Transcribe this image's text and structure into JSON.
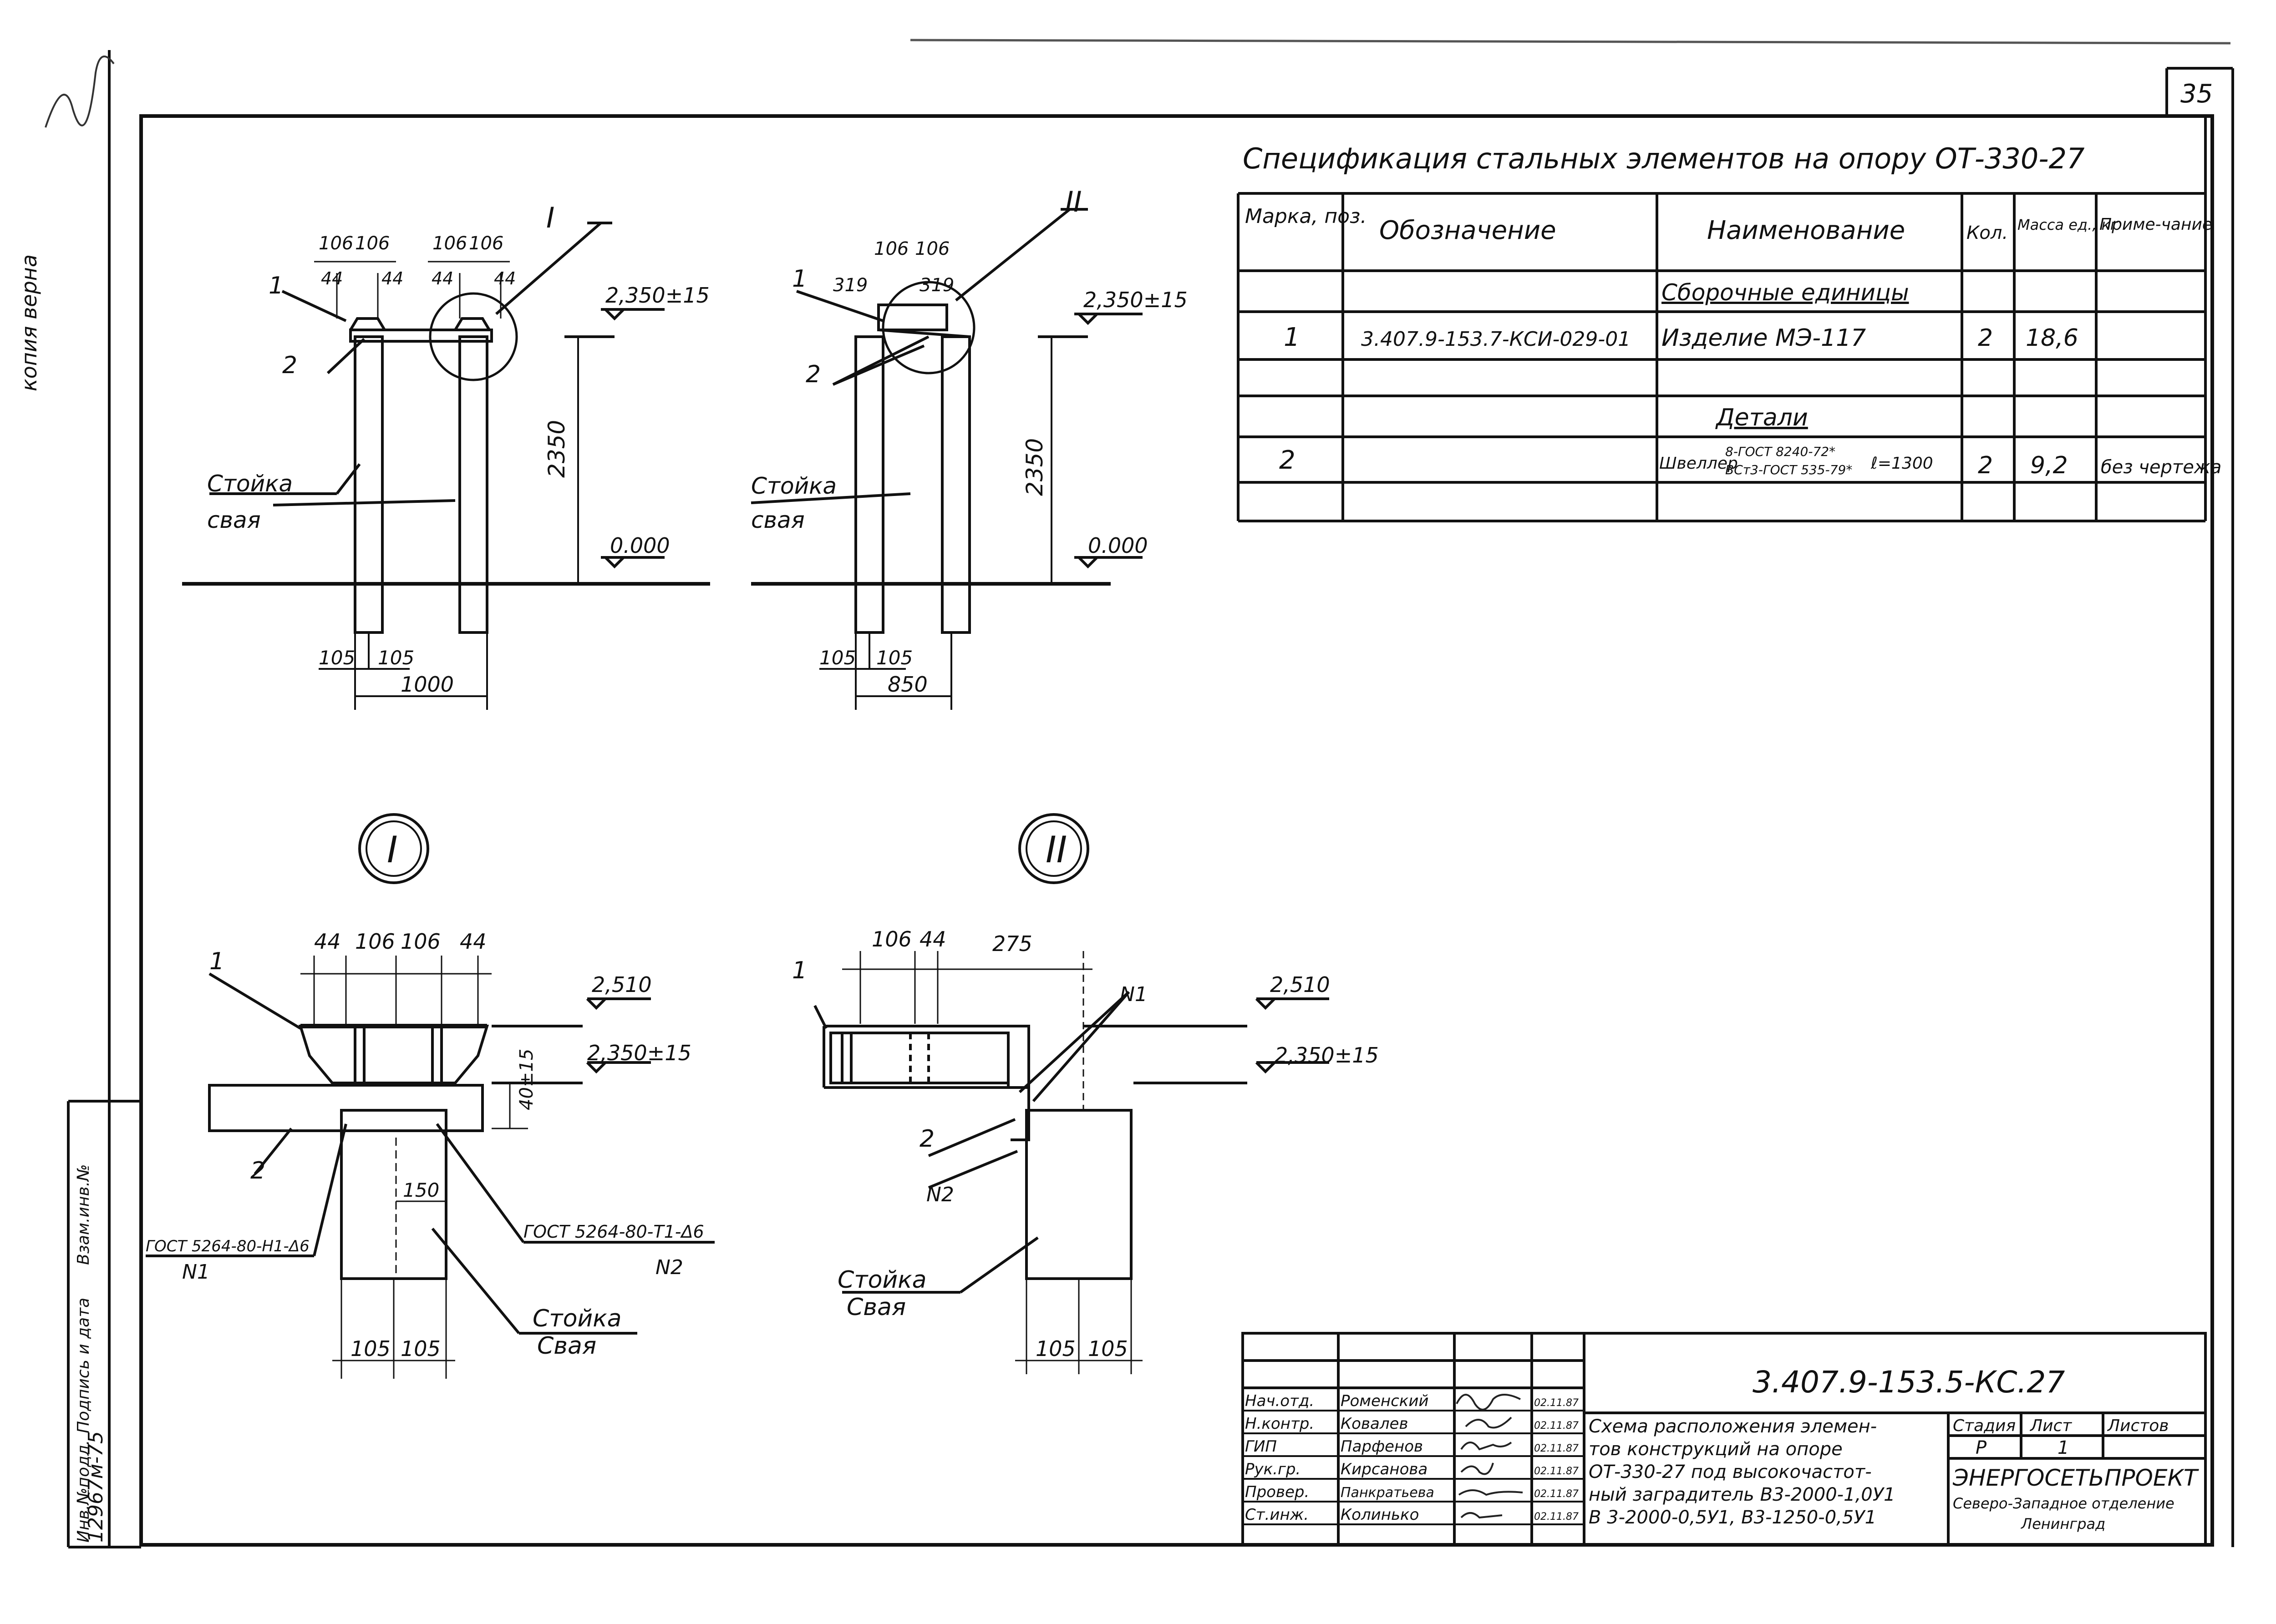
{
  "sheet": {
    "page_number": "35",
    "copy_note": "копия верна",
    "inv_no": "12967м-75",
    "side_labels": [
      "Инв.№подл.",
      "Подпись и дата",
      "Взам.инв.№"
    ]
  },
  "elevation_1": {
    "callout": "I",
    "dims_top": [
      "106",
      "106",
      "106",
      "106",
      "44",
      "44",
      "44",
      "44"
    ],
    "level_top": "2,350±15",
    "height": "2350",
    "level_ground": "0.000",
    "dims_bottom": [
      "105",
      "105",
      "1000"
    ],
    "pos_marks": [
      "1",
      "2"
    ],
    "post_label": [
      "Стойка",
      "свая"
    ]
  },
  "elevation_2": {
    "callout": "II",
    "dims_top": [
      "106",
      "106",
      "319",
      "319"
    ],
    "level_top": "2,350±15",
    "height": "2350",
    "level_ground": "0.000",
    "dims_bottom": [
      "105",
      "105",
      "850"
    ],
    "pos_marks": [
      "1",
      "2"
    ],
    "post_label": [
      "Стойка",
      "свая"
    ]
  },
  "detail_1": {
    "title": "I",
    "dims_top": [
      "44",
      "106",
      "106",
      "44"
    ],
    "level_top": "2,510",
    "level_mid": "2,350±15",
    "height_dim": "40±15",
    "width_dim": "150",
    "dims_bottom": [
      "105",
      "105"
    ],
    "weld_left": "ГОСТ 5264-80-Н1-Δ6",
    "weld_left_no": "N1",
    "weld_right": "ГОСТ 5264-80-Т1-Δ6",
    "weld_right_no": "N2",
    "pos_marks": [
      "1",
      "2"
    ],
    "post_label": [
      "Стойка",
      "Свая"
    ]
  },
  "detail_2": {
    "title": "II",
    "dims_top": [
      "106",
      "44",
      "275"
    ],
    "level_top": "2,510",
    "level_mid": "2,350±15",
    "dims_bottom": [
      "105",
      "105"
    ],
    "weld_marks": [
      "N1",
      "N2"
    ],
    "pos_marks": [
      "1",
      "2"
    ],
    "post_label": [
      "Стойка",
      "Свая"
    ]
  },
  "spec": {
    "title": "Спецификация стальных элементов на опору ОТ-330-27",
    "headers": [
      "Марка, поз.",
      "Обозначение",
      "Наименование",
      "Кол.",
      "Масса ед., кг",
      "Приме-чание"
    ],
    "group1": "Сборочные единицы",
    "rows1": [
      {
        "pos": "1",
        "code": "3.407.9-153.7-КСИ-029-01",
        "name": "Изделие МЭ-117",
        "qty": "2",
        "mass": "18,6",
        "note": ""
      }
    ],
    "group2": "Детали",
    "rows2": [
      {
        "pos": "2",
        "code": "",
        "name_a": "Швеллер",
        "name_b": "8-ГОСТ 8240-72*",
        "name_c": "ВСт3-ГОСТ 535-79*",
        "name_d": "ℓ=1300",
        "qty": "2",
        "mass": "9,2",
        "note": "без чертежа"
      }
    ]
  },
  "title_block": {
    "doc_code": "3.407.9-153.5-КС.27",
    "title_lines": [
      "Схема расположения элемен-",
      "тов конструкций на опоре",
      "ОТ-330-27 под высокочастот-",
      "ный заградитель В3-2000-1,0У1",
      "В 3-2000-0,5У1, В3-1250-0,5У1"
    ],
    "people": [
      {
        "role": "Нач.отд.",
        "name": "Роменский",
        "date": "02.11.87"
      },
      {
        "role": "Н.контр.",
        "name": "Ковалев",
        "date": "02.11.87"
      },
      {
        "role": "ГИП",
        "name": "Парфенов",
        "date": "02.11.87"
      },
      {
        "role": "Рук.гр.",
        "name": "Кирсанова",
        "date": "02.11.87"
      },
      {
        "role": "Провер.",
        "name": "Панкратьева",
        "date": "02.11.87"
      },
      {
        "role": "Ст.инж.",
        "name": "Колинько",
        "date": "02.11.87"
      }
    ],
    "stage_label": "Стадия",
    "sheet_label": "Лист",
    "sheets_label": "Листов",
    "stage": "Р",
    "sheet": "1",
    "sheets": "",
    "org1": "ЭНЕРГОСЕТЬПРОЕКТ",
    "org2": "Северо-Западное отделение",
    "org3": "Ленинград"
  }
}
